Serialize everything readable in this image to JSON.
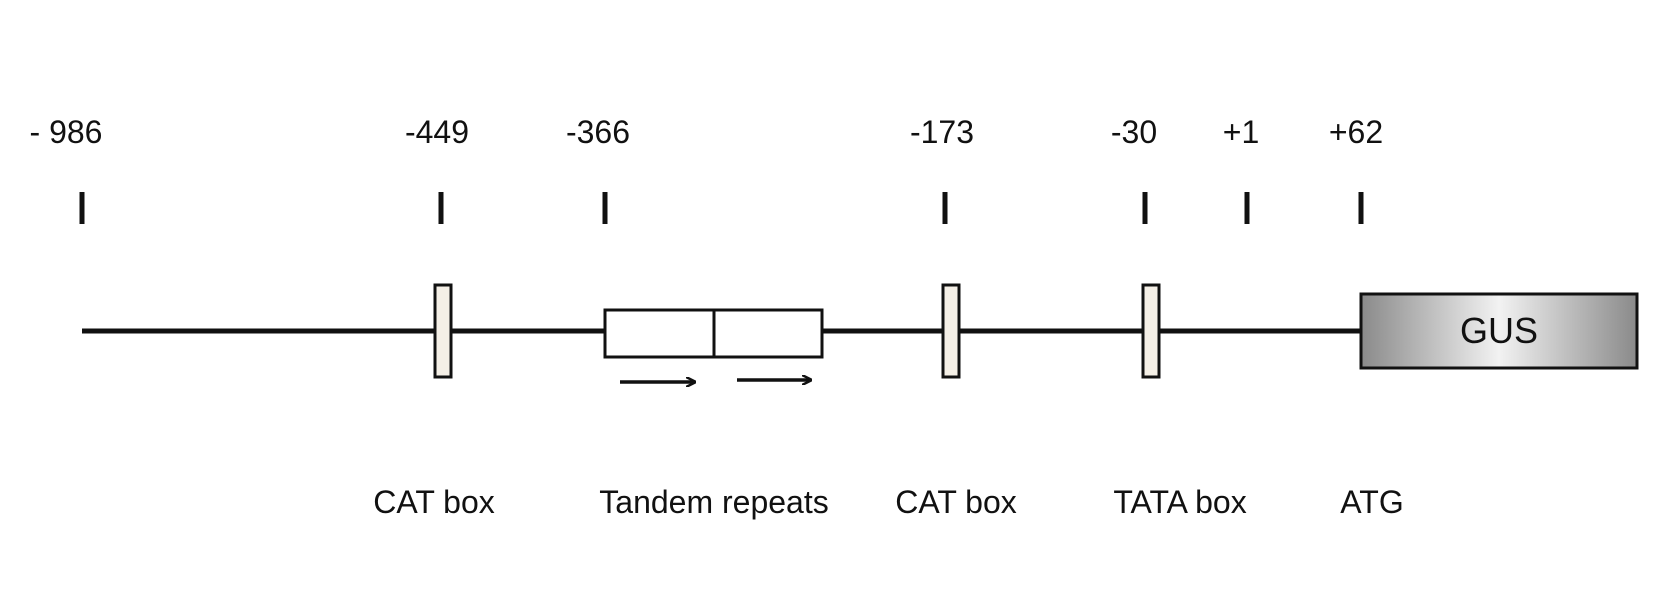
{
  "positions": [
    {
      "label": "- 986"
    },
    {
      "label": "-449"
    },
    {
      "label": "-366"
    },
    {
      "label": "-173"
    },
    {
      "label": "-30"
    },
    {
      "label": "+1"
    },
    {
      "label": "+62"
    }
  ],
  "elements": {
    "cat_box_1": "CAT box",
    "tandem_repeats": "Tandem repeats",
    "cat_box_2": "CAT box",
    "tata_box": "TATA box",
    "atg": "ATG"
  },
  "reporter": {
    "label": "GUS"
  },
  "colors": {
    "line": "#111111",
    "box_fill": "#ffffff",
    "cat_box_fill": "#f4efe6",
    "gus_gradient_edge": "#8a8a8a",
    "gus_gradient_center": "#f2f2f2"
  }
}
